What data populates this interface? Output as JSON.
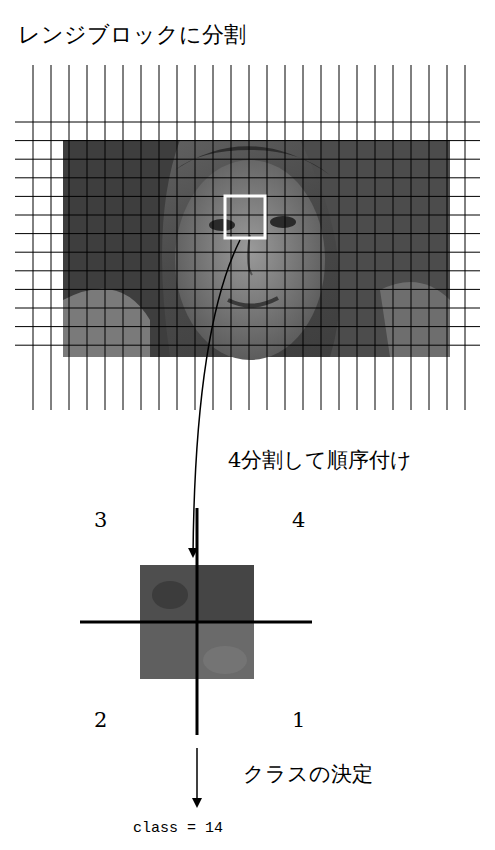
{
  "diagram": {
    "title": "レンジブロックに分割",
    "labels": [
      "4分割して順序付け",
      "3",
      "4",
      "2",
      "1",
      "クラスの決定",
      "class = 14"
    ]
  }
}
